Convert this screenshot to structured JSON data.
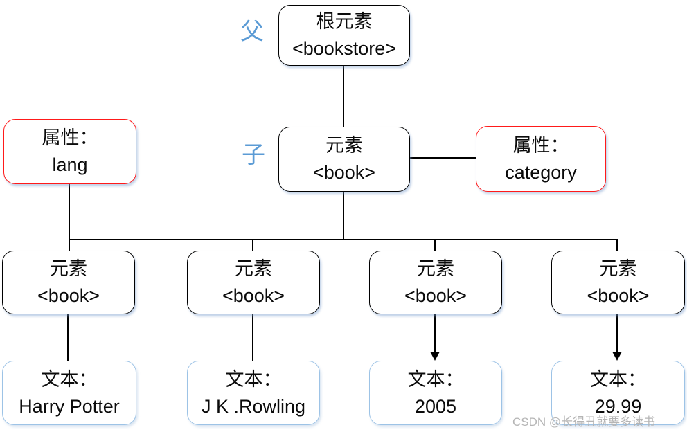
{
  "labels": {
    "parent": "父",
    "child": "子"
  },
  "colors": {
    "node_border": "#000000",
    "attribute_border": "#ff1a1a",
    "text_border": "#9dc3e6",
    "level_label": "#5b9bd5",
    "line": "#000000",
    "watermark": "#b5b5b5"
  },
  "nodes": {
    "root": {
      "title": "根元素",
      "value": "<bookstore>"
    },
    "book_parent": {
      "title": "元素",
      "value": "<book>"
    },
    "attr_lang": {
      "title": "属性：",
      "value": "lang"
    },
    "attr_category": {
      "title": "属性：",
      "value": "category"
    },
    "children": [
      {
        "title": "元素",
        "value": "<book>"
      },
      {
        "title": "元素",
        "value": "<book>"
      },
      {
        "title": "元素",
        "value": "<book>"
      },
      {
        "title": "元素",
        "value": "<book>"
      }
    ],
    "texts": [
      {
        "title": "文本：",
        "value": "Harry Potter"
      },
      {
        "title": "文本：",
        "value": "J K .Rowling"
      },
      {
        "title": "文本：",
        "value": "2005"
      },
      {
        "title": "文本：",
        "value": "29.99"
      }
    ]
  },
  "watermark": "CSDN @长得丑就要多读书"
}
